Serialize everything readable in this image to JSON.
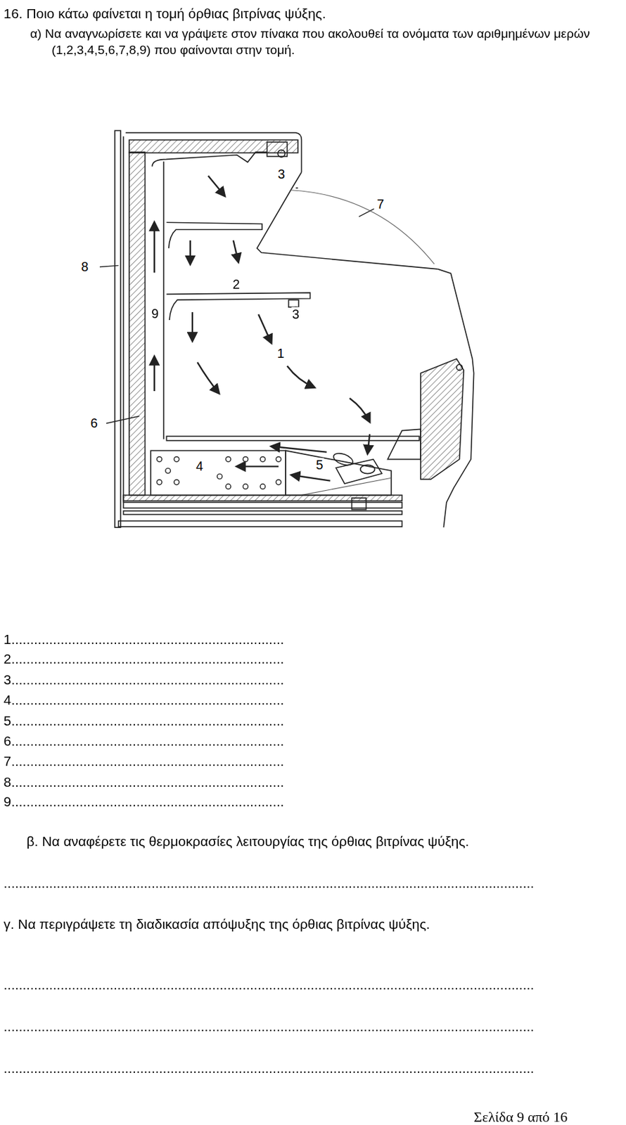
{
  "diagram": {
    "title": "16. Ποιο κάτω φαίνεται η τομή όρθιας βιτρίνας ψύξης.",
    "labels": [
      "α) Να αναγνωρίσετε και να γράψετε στον πίνακα που ακολουθεί τα ονόματα των αριθμημένων μερών (1,2,3,4,5,6,7,8,9) που φαίνονται στην τομή.",
      "3",
      "7",
      "8",
      "2",
      "3",
      "9",
      "1",
      "6",
      "4",
      "5",
      "1........................................................................",
      "2........................................................................",
      "3........................................................................",
      "4........................................................................",
      "5........................................................................",
      "6........................................................................",
      "7........................................................................",
      "8........................................................................",
      "9........................................................................",
      "β. Να αναφέρετε τις θερμοκρασίες λειτουργίας της όρθιας βιτρίνας ψύξης.",
      "............................................................................................................................................",
      "γ. Να περιγράψετε τη διαδικασία απόψυξης της όρθιας βιτρίνας ψύξης.",
      "............................................................................................................................................",
      "............................................................................................................................................",
      "............................................................................................................................................",
      "Σελίδα 9 από 16"
    ]
  }
}
